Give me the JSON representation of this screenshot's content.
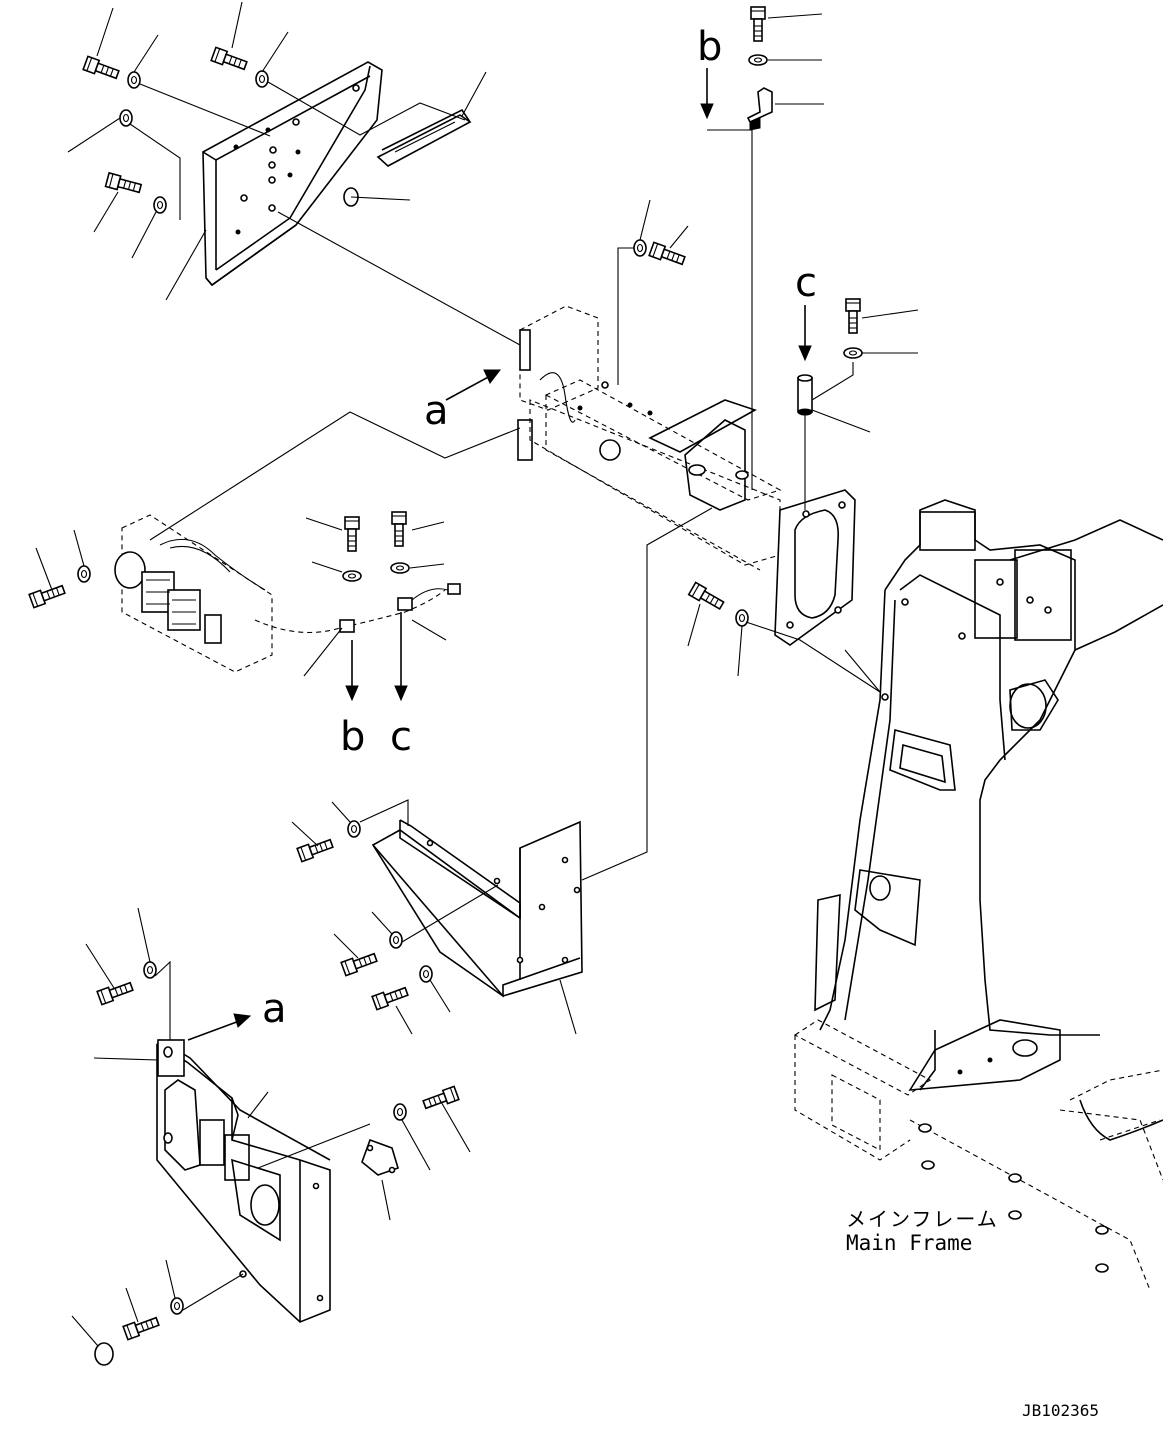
{
  "labels": {
    "callout_a_upper": "a",
    "callout_a_lower": "a",
    "callout_b_top": "b",
    "callout_c_top": "c",
    "callout_b_bottom": "b",
    "callout_c_bottom": "c",
    "main_frame_jp": "メインフレーム",
    "main_frame_en": "Main Frame",
    "drawing_number": "JB102365"
  },
  "icons": [
    "bolt-icon",
    "washer-icon",
    "arrow-icon",
    "rivet-icon"
  ]
}
